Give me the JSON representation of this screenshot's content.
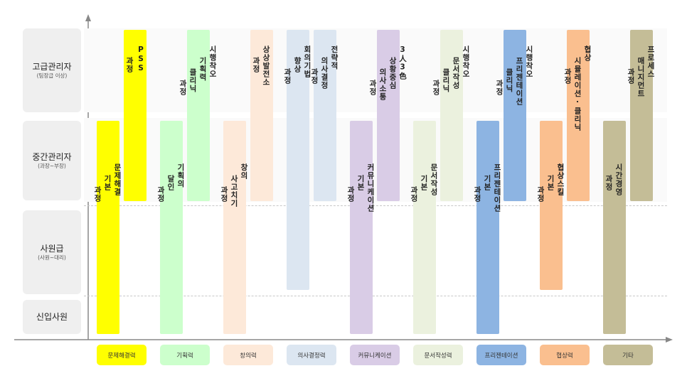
{
  "levels": [
    {
      "key": "senior",
      "title": "고급관리자",
      "sub": "(팀장급 이상)"
    },
    {
      "key": "middle",
      "title": "중간관리자",
      "sub": "(과장~부장)"
    },
    {
      "key": "staff",
      "title": "사원급",
      "sub": "(사원~대리)"
    },
    {
      "key": "newbie",
      "title": "신입사원",
      "sub": ""
    }
  ],
  "colors": {
    "problem": "#ffff00",
    "planning": "#ccffcc",
    "creativity": "#fde9d9",
    "decision": "#dce6f1",
    "communication": "#d9cce6",
    "writing": "#ebf1de",
    "presentation": "#8db4e2",
    "negotiation": "#fabf8f",
    "other": "#c4bd97"
  },
  "categories": [
    {
      "key": "problem",
      "label": "문제해결력"
    },
    {
      "key": "planning",
      "label": "기획력"
    },
    {
      "key": "creativity",
      "label": "창의력"
    },
    {
      "key": "decision",
      "label": "의사결정력"
    },
    {
      "key": "communication",
      "label": "커뮤니케이션"
    },
    {
      "key": "writing",
      "label": "문서작성력"
    },
    {
      "key": "presentation",
      "label": "프리젠테이션"
    },
    {
      "key": "negotiation",
      "label": "협상력"
    },
    {
      "key": "other",
      "label": "기타"
    }
  ],
  "courses": [
    {
      "cat": "problem",
      "lines": [
        "문제해결",
        "기본",
        "과정"
      ],
      "from": "staff_top",
      "to": "bottom"
    },
    {
      "cat": "problem",
      "lines": [
        "PSS",
        "과정"
      ],
      "from": "top",
      "to": "middle_bottom"
    },
    {
      "cat": "planning",
      "lines": [
        "기획의",
        "달인",
        "과정"
      ],
      "from": "middle_top",
      "to": "bottom"
    },
    {
      "cat": "planning",
      "lines": [
        "시행착오",
        "기획력",
        "클리닉",
        "과정"
      ],
      "from": "top",
      "to": "middle_bottom"
    },
    {
      "cat": "creativity",
      "lines": [
        "창의",
        "사고치기",
        "과정"
      ],
      "from": "middle_top",
      "to": "bottom"
    },
    {
      "cat": "creativity",
      "lines": [
        "상상발전소",
        "과정"
      ],
      "from": "top",
      "to": "middle_bottom"
    },
    {
      "cat": "decision",
      "lines": [
        "회의기법",
        "향상",
        "과정"
      ],
      "from": "top",
      "to": "staff_bottom"
    },
    {
      "cat": "decision",
      "lines": [
        "전략적",
        "의사결정",
        "과정"
      ],
      "from": "top",
      "to": "middle_bottom"
    },
    {
      "cat": "communication",
      "lines": [
        "커뮤니케이션",
        "기본",
        "과정"
      ],
      "from": "middle_top",
      "to": "bottom"
    },
    {
      "cat": "communication",
      "lines": [
        "3人3色",
        "상황중심",
        "의사소통",
        "과정"
      ],
      "from": "top",
      "to": "middle_bottom"
    },
    {
      "cat": "writing",
      "lines": [
        "문서작성",
        "기본",
        "과정"
      ],
      "from": "middle_top",
      "to": "bottom"
    },
    {
      "cat": "writing",
      "lines": [
        "시행착오",
        "문서작성",
        "클리닉",
        "과정"
      ],
      "from": "top",
      "to": "middle_bottom"
    },
    {
      "cat": "presentation",
      "lines": [
        "프리젠테이션",
        "기본",
        "과정"
      ],
      "from": "middle_top",
      "to": "bottom"
    },
    {
      "cat": "presentation",
      "lines": [
        "시행착오",
        "프리젠테이션",
        "클리닉",
        "과정"
      ],
      "from": "top",
      "to": "middle_bottom"
    },
    {
      "cat": "negotiation",
      "lines": [
        "협상스킬",
        "기본",
        "과정"
      ],
      "from": "middle_top",
      "to": "staff_bottom"
    },
    {
      "cat": "negotiation",
      "lines": [
        "협상",
        "시뮬레이션·클리닉",
        "과정"
      ],
      "from": "top",
      "to": "middle_bottom"
    },
    {
      "cat": "other",
      "lines": [
        "시간경영",
        "과정"
      ],
      "from": "middle_top",
      "to": "bottom"
    },
    {
      "cat": "other",
      "lines": [
        "프로세스",
        "매니지먼트",
        "과정"
      ],
      "from": "top",
      "to": "middle_bottom"
    }
  ]
}
